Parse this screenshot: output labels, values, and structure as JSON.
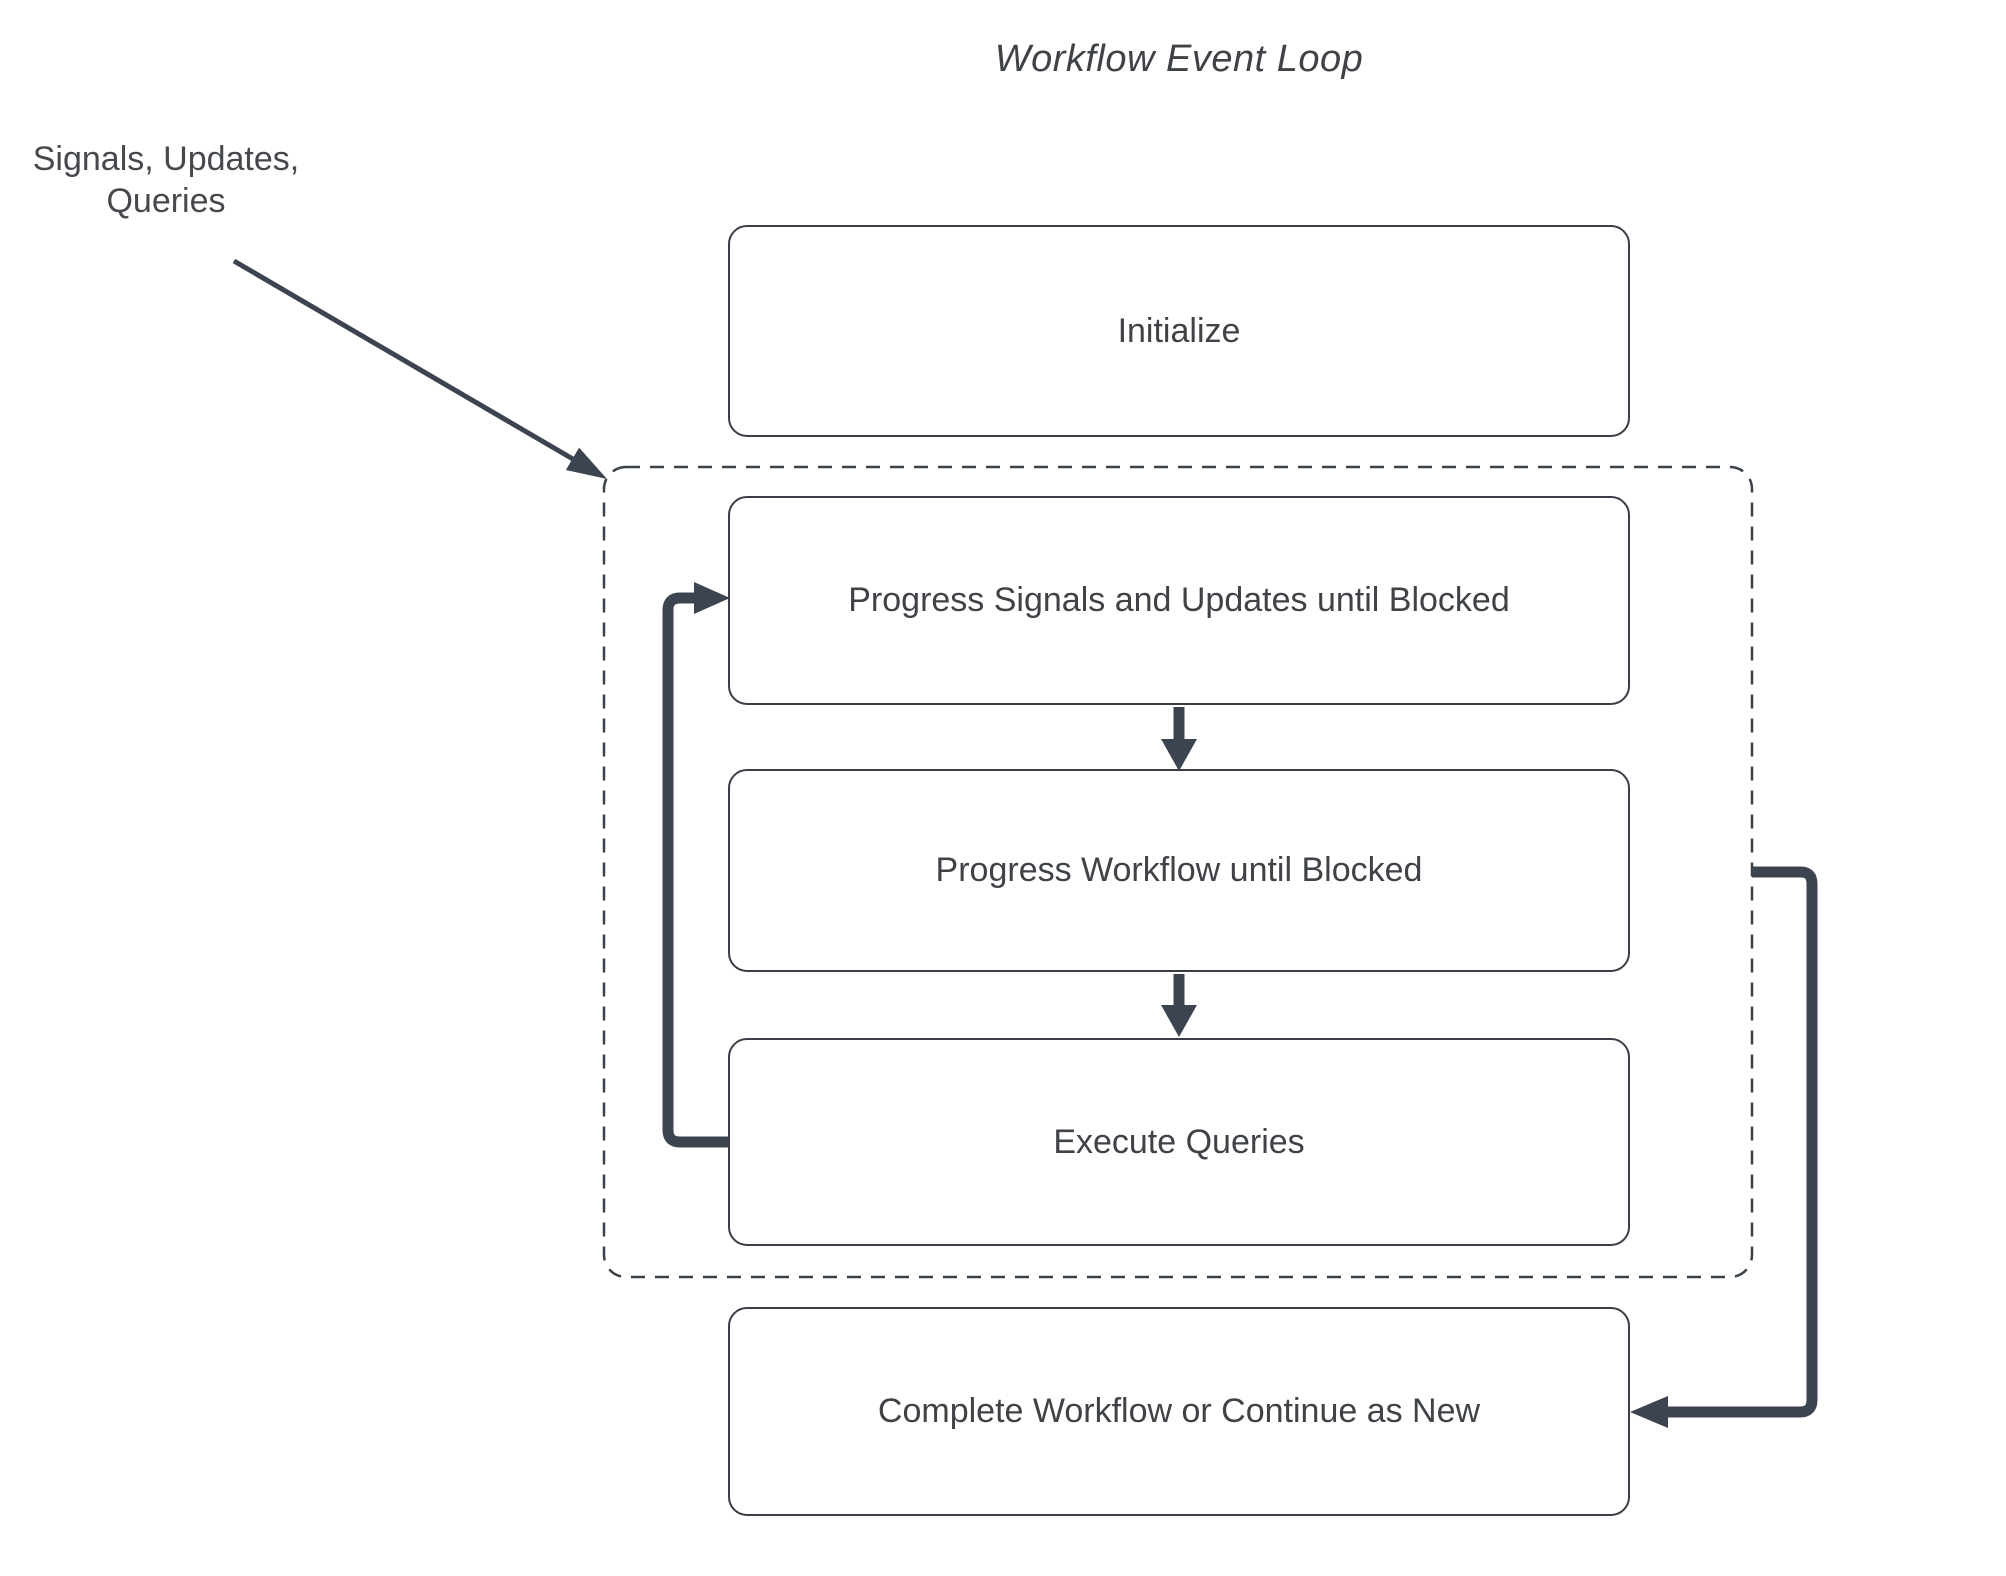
{
  "title": "Workflow Event Loop",
  "external_label": {
    "line1": "Signals, Updates,",
    "line2": "Queries"
  },
  "nodes": {
    "initialize": {
      "label": "Initialize"
    },
    "progress_signals": {
      "label": "Progress Signals and Updates until Blocked"
    },
    "progress_workflow": {
      "label": "Progress Workflow until Blocked"
    },
    "execute_queries": {
      "label": "Execute Queries"
    },
    "complete": {
      "label": "Complete Workflow or Continue as New"
    }
  },
  "groups": {
    "event_loop": {
      "style": "dashed-rounded-rectangle"
    }
  },
  "edges": [
    {
      "from": "signals-updates-queries-label",
      "to": "event-loop-group",
      "style": "thin-arrow"
    },
    {
      "from": "progress_signals",
      "to": "progress_workflow",
      "style": "thick-arrow"
    },
    {
      "from": "progress_workflow",
      "to": "execute_queries",
      "style": "thick-arrow"
    },
    {
      "from": "execute_queries",
      "to": "progress_signals",
      "style": "thick-elbow-arrow"
    },
    {
      "from": "event-loop-group",
      "to": "complete",
      "style": "thick-elbow-arrow"
    }
  ],
  "colors": {
    "background": "#ffffff",
    "connector": "#3d4451",
    "box_border": "#3a3f47",
    "dashed_border": "#3a4149",
    "text": "#3f4347"
  }
}
